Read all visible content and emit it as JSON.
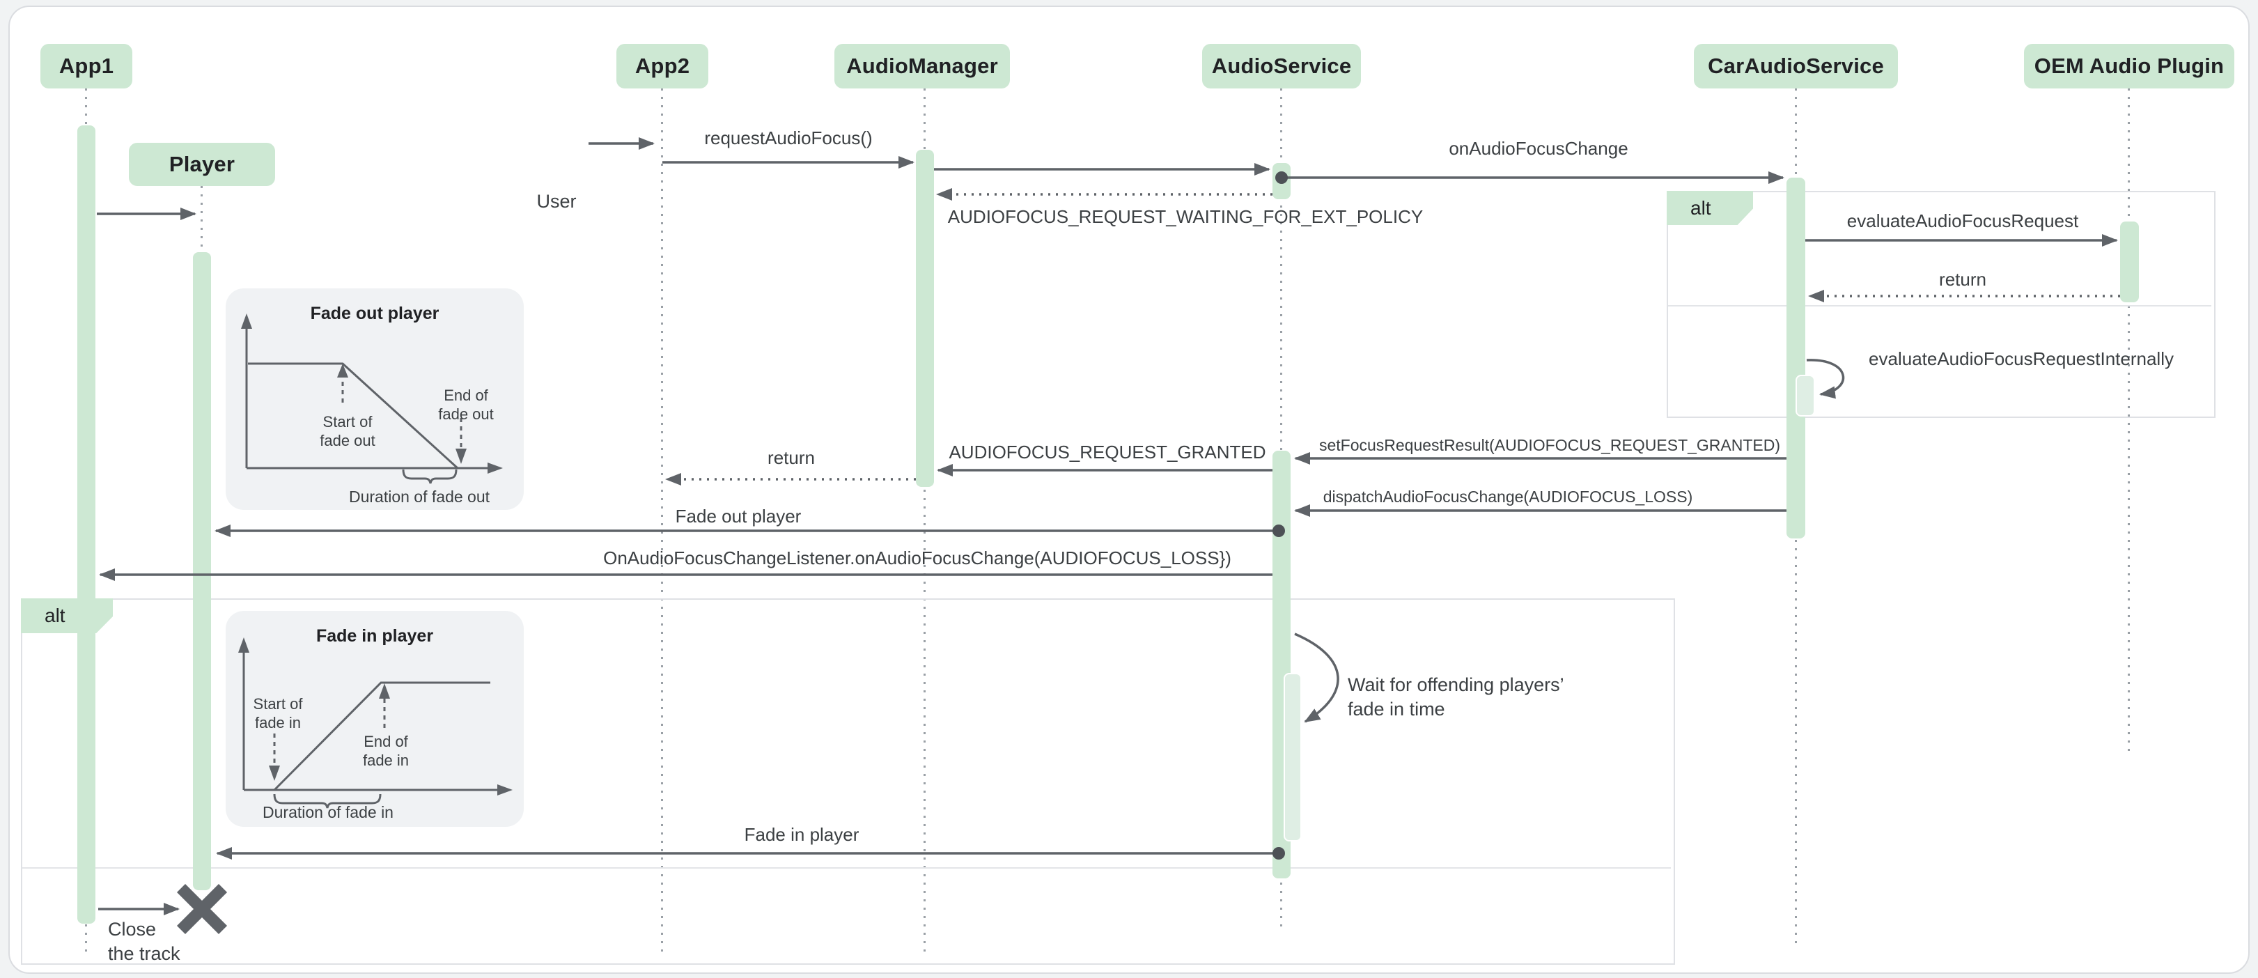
{
  "participants": {
    "app1": "App1",
    "player": "Player",
    "app2": "App2",
    "audio_manager": "AudioManager",
    "audio_service": "AudioService",
    "car_audio_service": "CarAudioService",
    "oem_audio_plugin": "OEM Audio Plugin"
  },
  "actor": {
    "user_label": "User"
  },
  "icons": {
    "user": "shield-account-icon",
    "destroy": "x-destroy-icon"
  },
  "fragments": {
    "alt_right_label": "alt",
    "alt_left_label": "alt"
  },
  "messages": {
    "request_audio_focus": "requestAudioFocus()",
    "on_audio_focus_change": "onAudioFocusChange",
    "waiting_for_ext_policy": "AUDIOFOCUS_REQUEST_WAITING_FOR_EXT_POLICY",
    "evaluate_audio_focus_request": "evaluateAudioFocusRequest",
    "return_evaluate": "return",
    "evaluate_internally": "evaluateAudioFocusRequestInternally",
    "set_focus_request_result": "setFocusRequestResult(AUDIOFOCUS_REQUEST_GRANTED)",
    "request_granted": "AUDIOFOCUS_REQUEST_GRANTED",
    "return_to_app2": "return",
    "dispatch_audio_focus_change": "dispatchAudioFocusChange(AUDIOFOCUS_LOSS)",
    "fade_out_player": "Fade out player",
    "on_change_listener": "OnAudioFocusChangeListener.onAudioFocusChange(AUDIOFOCUS_LOSS})",
    "fade_in_player": "Fade in player"
  },
  "note": {
    "wait_line1": "Wait for offending players’",
    "wait_line2": "fade in time"
  },
  "destroy": {
    "close_line1": "Close",
    "close_line2": "the track"
  },
  "insets": {
    "fade_out": {
      "title": "Fade out player",
      "start_line1": "Start of",
      "start_line2": "fade out",
      "end_line1": "End of",
      "end_line2": "fade out",
      "duration": "Duration of fade out"
    },
    "fade_in": {
      "title": "Fade in player",
      "start_line1": "Start of",
      "start_line2": "fade in",
      "end_line1": "End of",
      "end_line2": "fade in",
      "duration": "Duration of fade in"
    }
  },
  "colors": {
    "accent_green": "#cde8d3",
    "nested_green": "#dfeee4",
    "frame_border": "#dfe1e5",
    "line_gray": "#5f6368",
    "lifeline_gray": "#9aa0a6",
    "text_gray": "#3c4043",
    "page_bg": "#f1f3f4"
  }
}
